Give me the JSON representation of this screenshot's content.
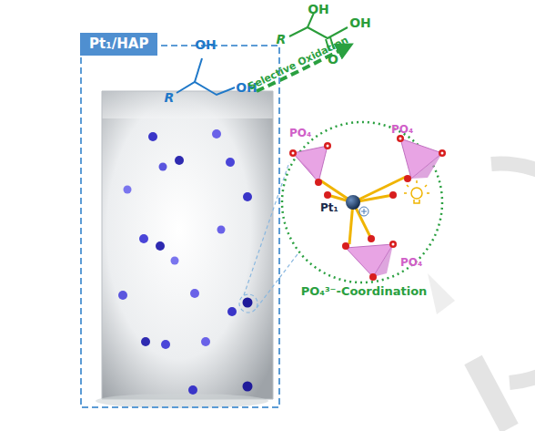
{
  "diagram": {
    "nodes": [
      {
        "text": [
          "Pt₁/HAP"
        ]
      },
      {
        "text": [
          "PO₄",
          "PO₄",
          "PO₄",
          "Pt₁",
          "PO₄³⁻-Coordination"
        ]
      }
    ],
    "labels": [
      "OH",
      "R",
      "OH",
      "Selective Oxidation",
      "OH",
      "R",
      "OH",
      "O"
    ]
  }
}
